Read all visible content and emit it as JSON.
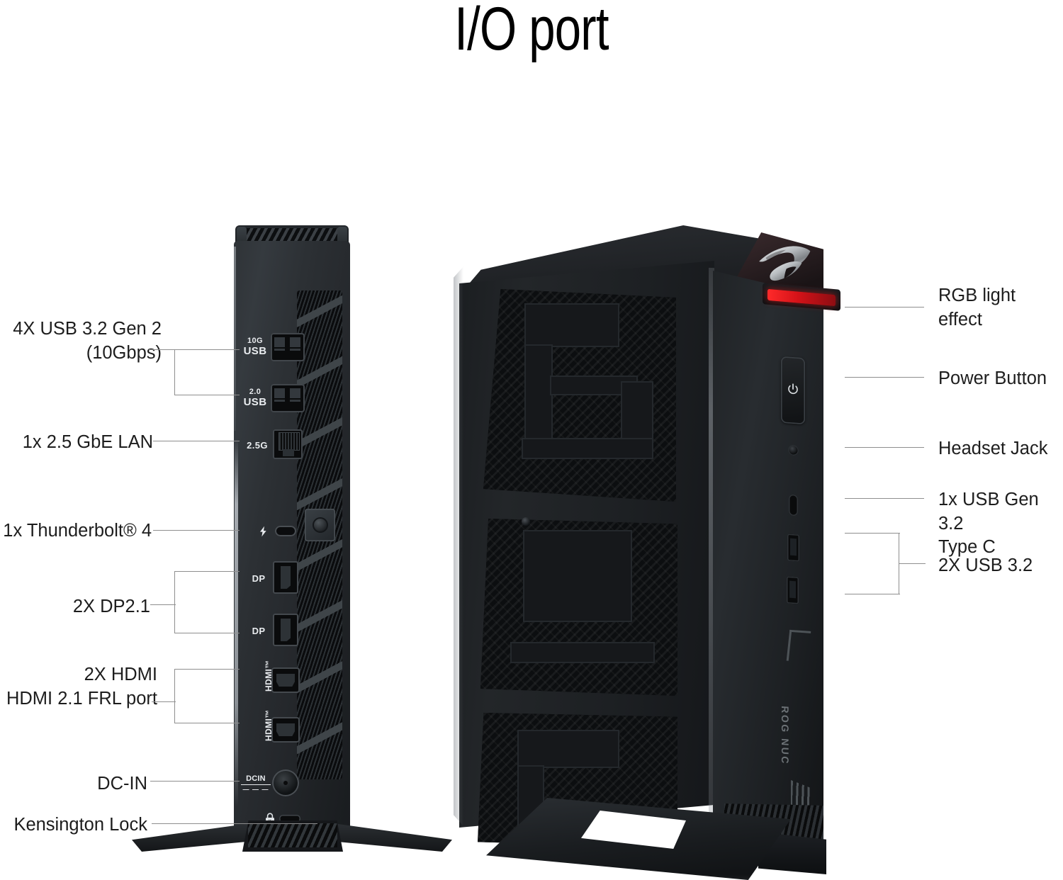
{
  "page": {
    "title": "I/O port",
    "background_color": "#ffffff",
    "text_color": "#1d1d1d",
    "leader_line_color": "#8e8e8e"
  },
  "rear_callouts": [
    {
      "id": "usb32gen2",
      "label": "4X USB 3.2 Gen 2\n(10Gbps)",
      "connector": "bracket"
    },
    {
      "id": "lan",
      "label": "1x 2.5 GbE LAN",
      "connector": "line"
    },
    {
      "id": "thunderbolt",
      "label": "1x Thunderbolt® 4",
      "connector": "line"
    },
    {
      "id": "dp",
      "label": "2X DP2.1",
      "connector": "bracket"
    },
    {
      "id": "hdmi",
      "label": "2X HDMI\nHDMI 2.1 FRL port",
      "connector": "bracket"
    },
    {
      "id": "dcin",
      "label": "DC-IN",
      "connector": "line"
    },
    {
      "id": "kensington",
      "label": "Kensington Lock",
      "connector": "line"
    }
  ],
  "front_callouts": [
    {
      "id": "rgb",
      "label": "RGB light\neffect",
      "connector": "line"
    },
    {
      "id": "power",
      "label": "Power Button",
      "connector": "line"
    },
    {
      "id": "headset",
      "label": "Headset Jack",
      "connector": "line"
    },
    {
      "id": "usbc",
      "label": "1x USB Gen 3.2\nType C",
      "connector": "line"
    },
    {
      "id": "usb32front",
      "label": "2X USB 3.2",
      "connector": "bracket"
    }
  ],
  "rear_port_markings": {
    "usb_10g_speed": "10G",
    "usb_10g_name": "USB",
    "usb_20_speed": "2.0",
    "usb_20_name": "USB",
    "lan_speed": "2.5G",
    "dp_1": "DP",
    "dp_2": "DP",
    "hdmi_1": "HDMI™",
    "hdmi_2": "HDMI™",
    "dcin": "DCIN",
    "dcin_dashes": "— — —",
    "kensington_icon": "lock-icon",
    "thunderbolt_icon": "thunderbolt-icon"
  },
  "front_device": {
    "brand_logo": "rog-eye-logo",
    "model_text": "ROG NUC",
    "rgb_color": "#e8181e",
    "power_icon": "power-icon"
  }
}
